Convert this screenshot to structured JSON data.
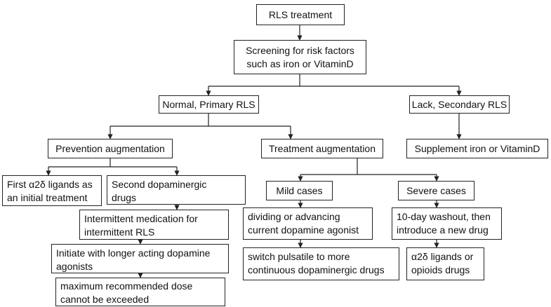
{
  "flowchart": {
    "root": "RLS  treatment",
    "screening": "Screening for risk factors\nsuch as iron or VitaminD",
    "normal": "Normal, Primary RLS",
    "lack": "Lack, Secondary RLS",
    "supplement": "Supplement iron or VitaminD",
    "prevention": "Prevention augmentation",
    "treatment": "Treatment augmentation",
    "first_ligands": "First α2δ ligands as\nan initial treatment",
    "second_dopa": "Second dopaminergic\ndrugs",
    "intermittent": "Intermittent medication for\nintermittent RLS",
    "initiate": "Initiate with longer acting dopamine\nagonists",
    "maximum": "maximum recommended dose\ncannot be exceeded",
    "mild": "Mild cases",
    "severe": "Severe cases",
    "dividing": "dividing or advancing\ncurrent dopamine agonist",
    "washout": "10-day washout, then\nintroduce a new drug",
    "switch": "switch pulsatile to more\ncontinuous dopaminergic drugs",
    "ligands_opioids": "α2δ ligands or\nopioids drugs"
  },
  "colors": {
    "line": "#222222",
    "box_border": "#222222",
    "text": "#111111"
  }
}
